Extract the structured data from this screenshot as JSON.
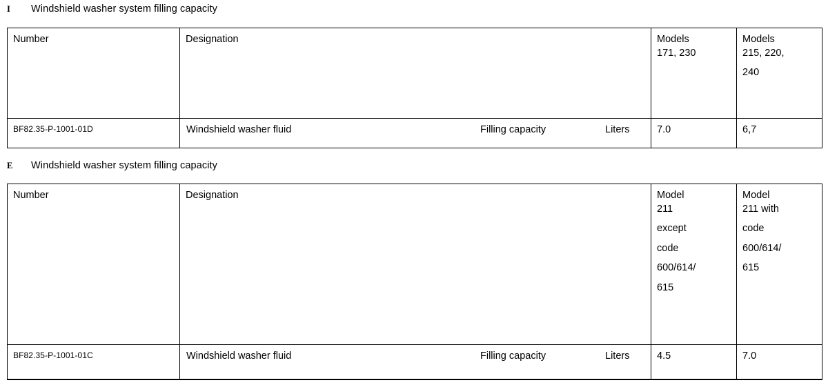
{
  "document": {
    "sections": [
      {
        "letter": "I",
        "title": "Windshield washer system filling capacity",
        "table": {
          "headers": {
            "number": "Number",
            "designation": "Designation",
            "value_col_1": [
              "Models",
              "171, 230"
            ],
            "value_col_2": [
              "Models",
              "215, 220,",
              "240"
            ]
          },
          "rows": [
            {
              "number": "BF82.35-P-1001-01D",
              "designation": "Windshield washer fluid",
              "property": "Filling capacity",
              "unit": "Liters",
              "value_1": "7.0",
              "value_2": "6,7"
            }
          ]
        }
      },
      {
        "letter": "E",
        "title": "Windshield washer system filling capacity",
        "table": {
          "headers": {
            "number": "Number",
            "designation": "Designation",
            "value_col_1": [
              "Model",
              "211",
              "except",
              "code",
              "600/614/",
              "615"
            ],
            "value_col_2": [
              "Model",
              "211 with",
              "code",
              "600/614/",
              "615"
            ]
          },
          "rows": [
            {
              "number": "BF82.35-P-1001-01C",
              "designation": "Windshield washer fluid",
              "property": "Filling capacity",
              "unit": "Liters",
              "value_1": "4.5",
              "value_2": "7.0"
            }
          ]
        }
      }
    ]
  },
  "colors": {
    "text": "#000000",
    "background": "#ffffff",
    "border": "#000000"
  }
}
